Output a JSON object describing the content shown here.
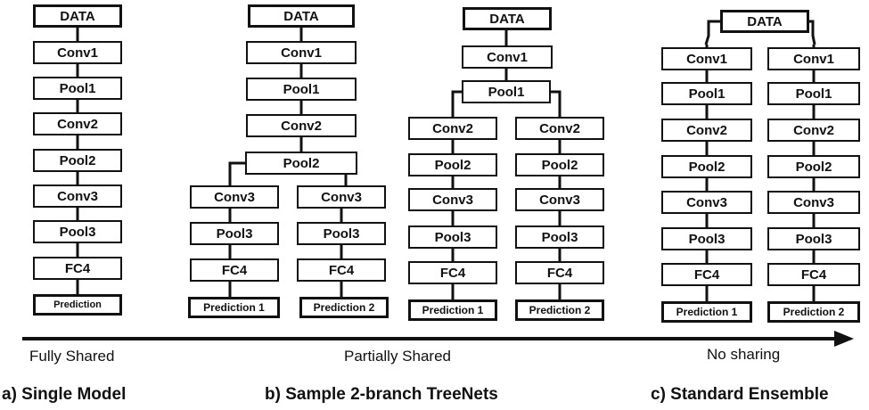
{
  "labels": {
    "data": "DATA",
    "conv1": "Conv1",
    "pool1": "Pool1",
    "conv2": "Conv2",
    "pool2": "Pool2",
    "conv3": "Conv3",
    "pool3": "Pool3",
    "fc4": "FC4",
    "prediction": "Prediction",
    "prediction1": "Prediction 1",
    "prediction2": "Prediction 2"
  },
  "axis": {
    "left": "Fully Shared",
    "middle": "Partially Shared",
    "right": "No sharing"
  },
  "captions": {
    "a": "a) Single Model",
    "b": "b) Sample 2-branch TreeNets",
    "c": "c) Standard Ensemble"
  }
}
